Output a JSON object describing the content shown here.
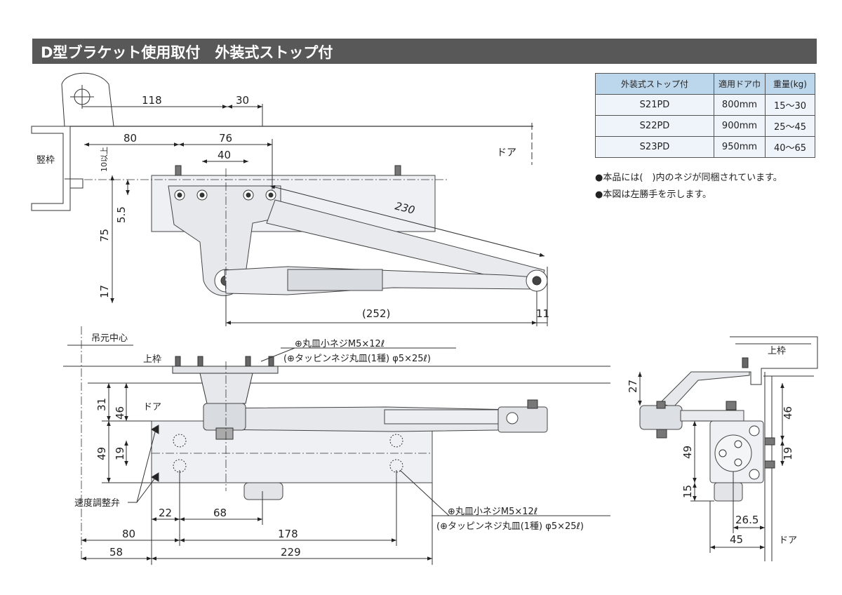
{
  "header": {
    "title": "D型ブラケット使用取付　外装式ストップ付"
  },
  "spec_table": {
    "headers": [
      "外装式ストップ付",
      "適用ドア巾",
      "重量(kg)"
    ],
    "rows": [
      {
        "model": "S21PD",
        "door_width": "800mm",
        "weight": "15～30"
      },
      {
        "model": "S22PD",
        "door_width": "900mm",
        "weight": "25～45"
      },
      {
        "model": "S23PD",
        "door_width": "950mm",
        "weight": "40～65"
      }
    ]
  },
  "notes": [
    "●本品には(　)内のネジが同梱されています。",
    "●本図は左勝手を示します。"
  ],
  "top_view": {
    "frame_label": "竪枠",
    "door_label": "ドア",
    "dims": {
      "d118": "118",
      "d30": "30",
      "d80": "80",
      "d76": "76",
      "d40": "40",
      "d10": "10以上",
      "d5_5": "5.5",
      "d75": "75",
      "d17": "17",
      "d230": "230",
      "d252": "(252)",
      "d11": "11"
    }
  },
  "front_view": {
    "pivot_label": "吊元中心",
    "frame_label": "上枠",
    "door_label": "ドア",
    "valve_label": "速度調整弁",
    "screw_top_1": "⊕丸皿小ネジM5×12ℓ",
    "screw_top_2": "(⊕タッピンネジ丸皿(1種) φ5×25ℓ)",
    "screw_bot_1": "⊕丸皿小ネジM5×12ℓ",
    "screw_bot_2": "(⊕タッピンネジ丸皿(1種) φ5×25ℓ)",
    "dims": {
      "d31": "31",
      "d46": "46",
      "d49": "49",
      "d19": "19",
      "d22": "22",
      "d68": "68",
      "d80": "80",
      "d178": "178",
      "d58": "58",
      "d229": "229"
    }
  },
  "side_view": {
    "frame_label": "上枠",
    "door_label": "ドア",
    "dims": {
      "d27": "27",
      "d46": "46",
      "d19": "19",
      "d49": "49",
      "d15": "15",
      "d26_5": "26.5",
      "d45": "45"
    }
  }
}
